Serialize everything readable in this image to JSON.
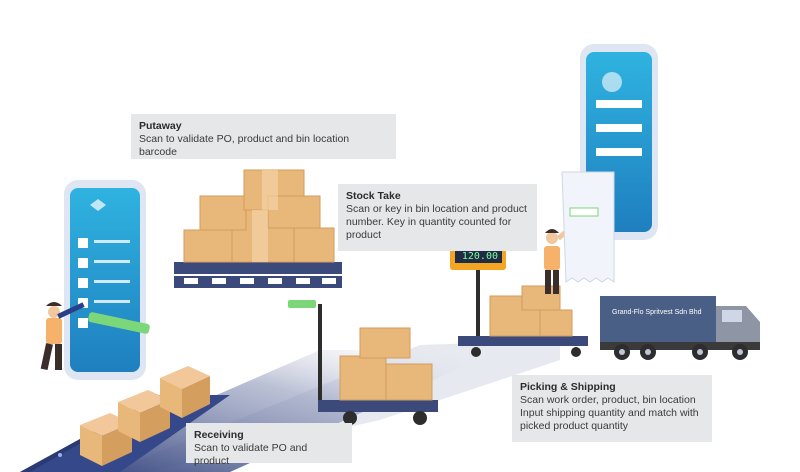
{
  "steps": {
    "putaway": {
      "title": "Putaway",
      "lines": [
        "Scan to validate PO, product and bin location barcode"
      ]
    },
    "stock_take": {
      "title": "Stock Take",
      "lines": [
        "Scan or key in bin location and product",
        "number. Key in quantity counted for",
        "product"
      ]
    },
    "picking_shipping": {
      "title": "Picking & Shipping",
      "lines": [
        "Scan work order, product, bin location",
        "Input shipping quantity and match with",
        "picked product quantity"
      ]
    },
    "receiving": {
      "title": "Receiving",
      "lines": [
        "Scan to validate PO and product"
      ]
    }
  },
  "scale": {
    "reading": "120.00"
  },
  "truck": {
    "company": "Grand-Flo Spritvest Sdn Bhd"
  },
  "colors": {
    "callout_bg": "#e6e7e8",
    "phone_screen": "#29a3d6",
    "pallet": "#3b4a7a",
    "box": "#e8b77a",
    "truck": "#4a5f86",
    "conveyor": "#34488a"
  }
}
